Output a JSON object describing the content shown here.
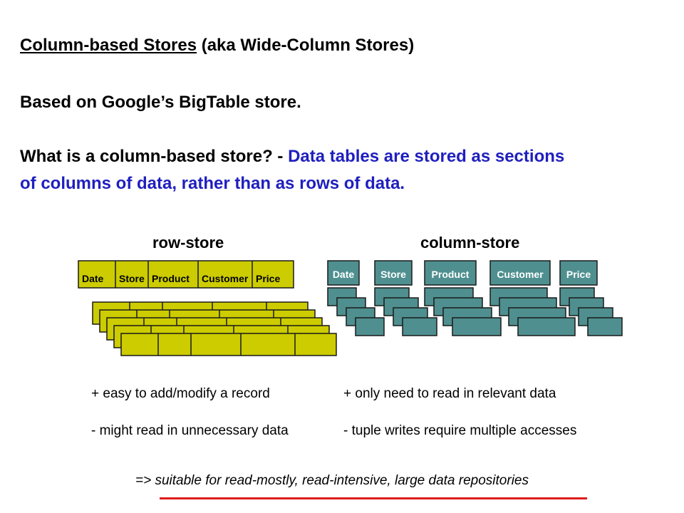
{
  "title": {
    "main": "Column-based Stores",
    "aside": " (aka Wide-Column Stores)"
  },
  "based_on": "Based on Google’s BigTable store.",
  "question": {
    "prefix": "What is a column-based store? - ",
    "answer_line1": "Data tables are stored as sections",
    "answer_line2": "of columns of data, rather than as rows of data."
  },
  "diagram": {
    "row_store": {
      "heading": "row-store",
      "columns": [
        "Date",
        "Store",
        "Product",
        "Customer",
        "Price"
      ]
    },
    "column_store": {
      "heading": "column-store",
      "columns": [
        "Date",
        "Store",
        "Product",
        "Customer",
        "Price"
      ]
    },
    "colors": {
      "row_fill": "#cccc00",
      "column_fill": "#4f8f8f",
      "outline": "#1a1a1a",
      "accent_red": "#e01b1b",
      "answer_blue": "#1f1fbf"
    }
  },
  "notes": {
    "row_pro": "+ easy to add/modify a record",
    "row_con": "- might read in unnecessary data",
    "col_pro": "+ only need to read in relevant data",
    "col_con": "- tuple writes require multiple accesses"
  },
  "conclusion": "=> suitable for read-mostly, read-intensive, large data repositories"
}
